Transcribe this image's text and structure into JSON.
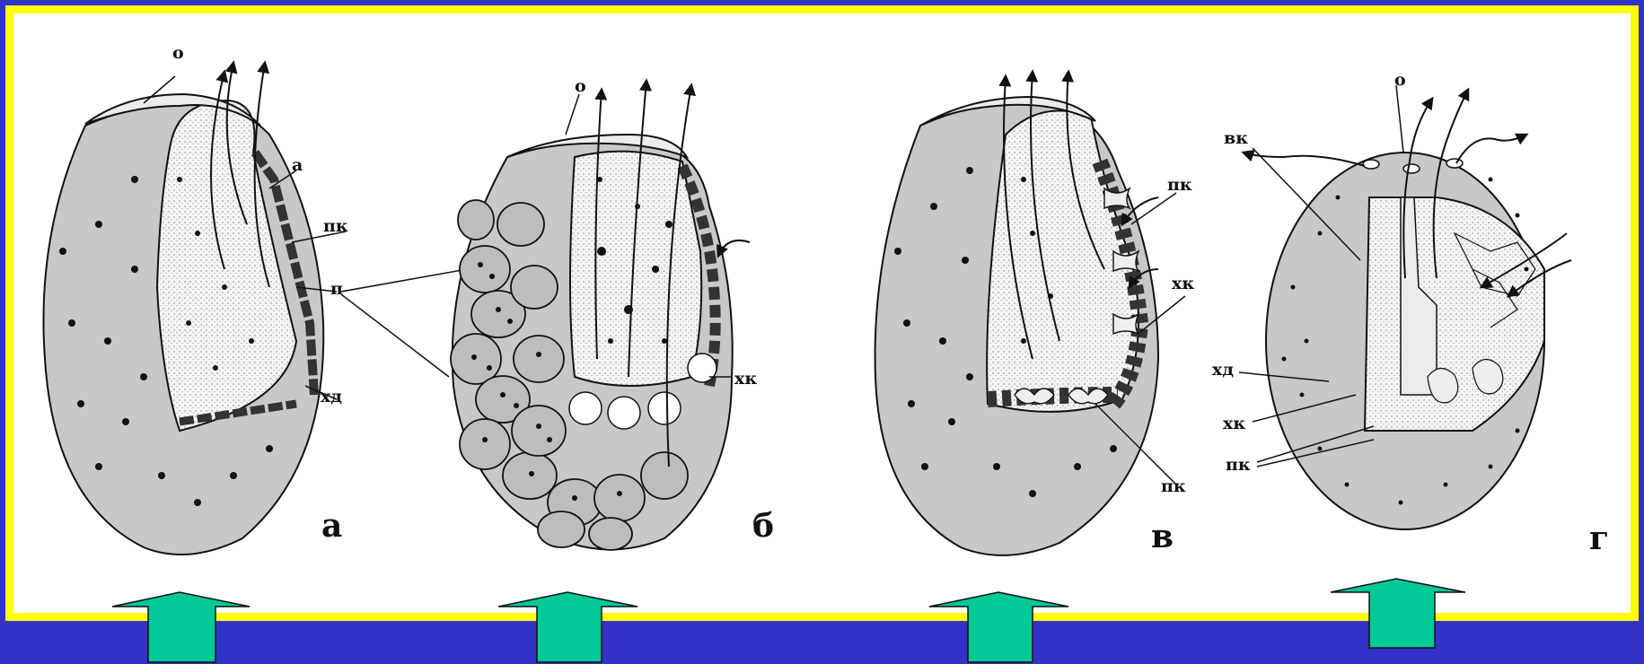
{
  "colors": {
    "background": "#3232c8",
    "frame": "#ffff00",
    "panel": "#ffffff",
    "sponge_fill": "#c8c8c8",
    "arrow_fill": "#00c896"
  },
  "figures": [
    {
      "panel_label": "а",
      "labels": {
        "osculum": "о",
        "a": "а",
        "pk": "пк",
        "p": "п",
        "khd": "хд"
      }
    },
    {
      "panel_label": "б",
      "labels": {
        "osculum": "о",
        "khk": "хк"
      }
    },
    {
      "panel_label": "в",
      "labels": {
        "pk_top": "пк",
        "khk": "хк",
        "pk_bottom": "пк"
      }
    },
    {
      "panel_label": "г",
      "labels": {
        "osculum": "о",
        "vk": "вк",
        "khd": "хд",
        "khk": "хк",
        "pk": "пк"
      }
    }
  ],
  "icons": [
    "up-arrow-icon",
    "up-arrow-icon",
    "up-arrow-icon",
    "up-arrow-icon"
  ]
}
